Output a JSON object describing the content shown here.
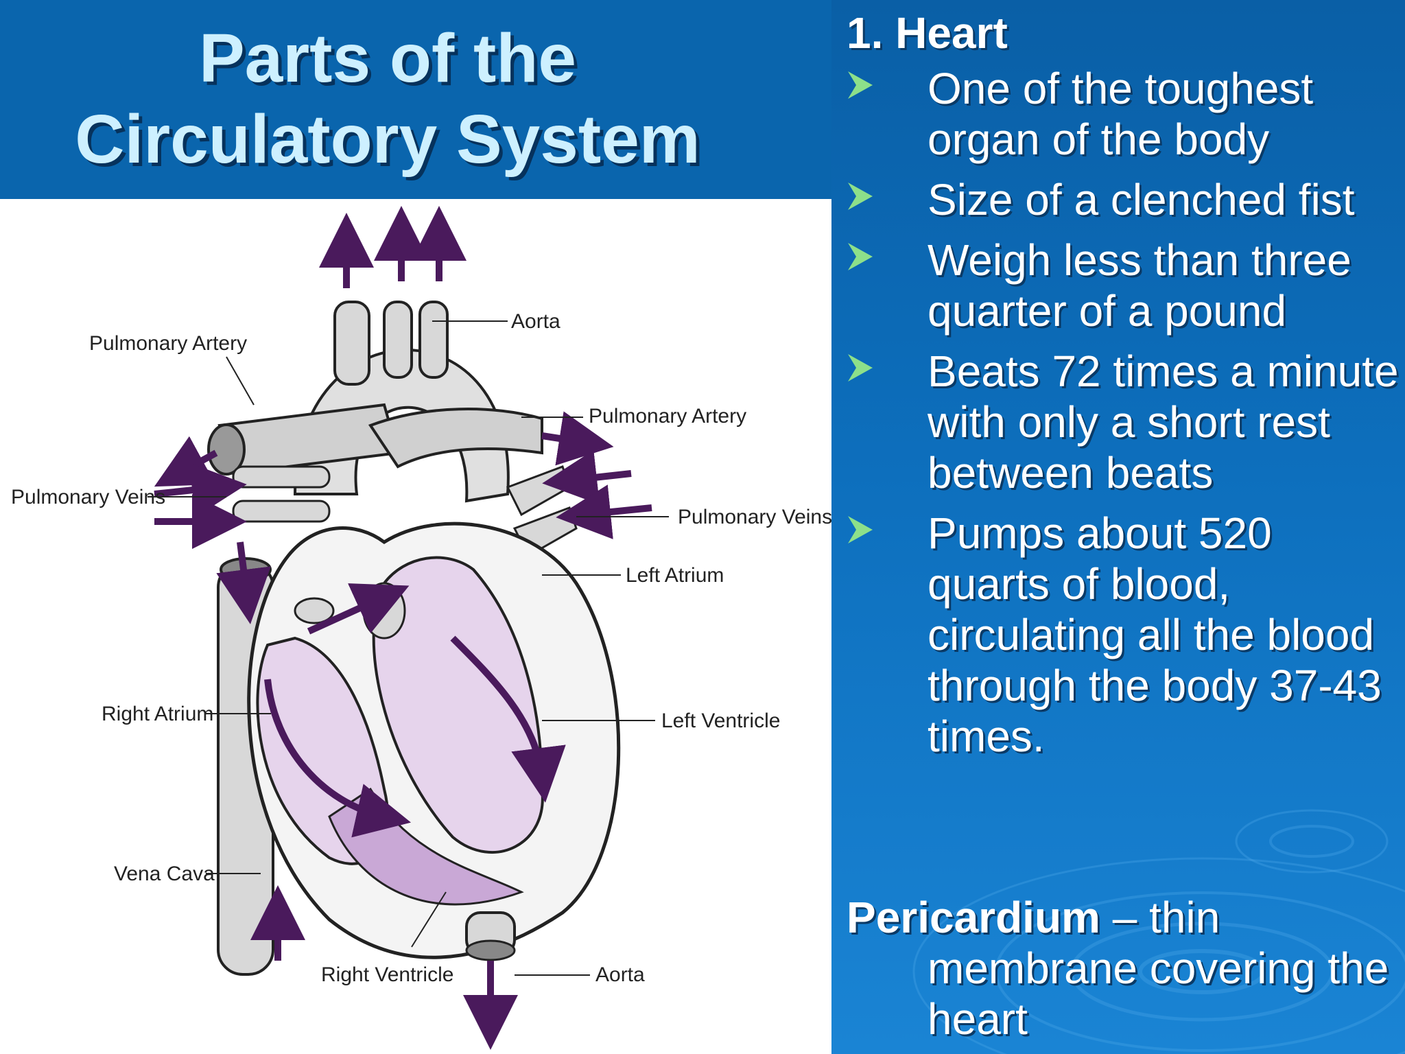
{
  "slide": {
    "title_line1": "Parts of the",
    "title_line2": "Circulatory System"
  },
  "diagram": {
    "labels": {
      "aorta_top": "Aorta",
      "pulmonary_artery_left": "Pulmonary Artery",
      "pulmonary_artery_right": "Pulmonary Artery",
      "pulmonary_veins_left": "Pulmonary Veins",
      "pulmonary_veins_right": "Pulmonary Veins",
      "left_atrium": "Left Atrium",
      "right_atrium": "Right Atrium",
      "left_ventricle": "Left Ventricle",
      "vena_cava": "Vena Cava",
      "right_ventricle": "Right Ventricle",
      "aorta_bottom": "Aorta"
    }
  },
  "content": {
    "heading": "1. Heart",
    "bullets": [
      "One of the toughest organ of the body",
      "Size of a clenched fist",
      "Weigh less than three quarter of a pound",
      "Beats 72 times a minute with only a short rest between beats",
      "Pumps about 520 quarts of blood, circulating all the blood through the body 37-43 times."
    ],
    "definition_term": "Pericardium",
    "definition_line1": " – thin",
    "definition_rest": "membrane covering the heart"
  },
  "colors": {
    "background": "#0d6fbd",
    "title_text": "#cdf0ff",
    "bullet_arrow": "#8de08a",
    "diagram_arrows": "#4a1a5c",
    "chamber_fill": "#e6d4ec"
  }
}
